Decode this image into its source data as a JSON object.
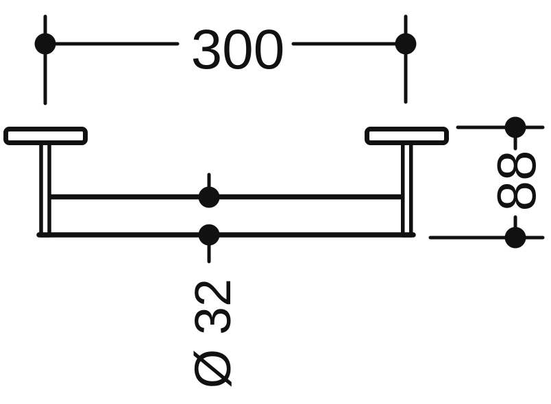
{
  "drawing": {
    "kind": "technical-dimension-drawing",
    "subject": "wall-mounted grab rail, top view",
    "colors": {
      "line": "#111111",
      "background": "#ffffff"
    }
  },
  "dimensions": {
    "length_mm": "300",
    "depth_mm": "88",
    "bar_diameter_mm": "Ø 32"
  }
}
